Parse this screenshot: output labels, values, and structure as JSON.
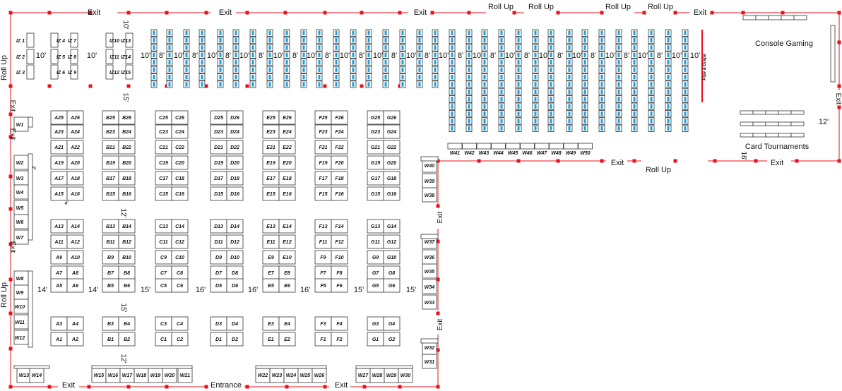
{
  "colors": {
    "wall": "#e8101a",
    "booth": "#333333",
    "pipe": "#e8101a",
    "blue": "#1aa0e0"
  },
  "exit": "Exit",
  "roll_up": "Roll Up",
  "entrance": "Entrance",
  "console_gaming": "Console Gaming",
  "card_tournaments": "Card Tournaments",
  "pipe_drape": "Pipe & Drape",
  "dims": {
    "d10": "10'",
    "d8": "8'",
    "d15": "15'",
    "d12": "12'",
    "d14": "14'",
    "d16": "16'",
    "d4": "4'",
    "d2": "2'"
  },
  "iz": [
    [
      "IZ 1",
      "IZ 4",
      "IZ 7",
      "IZ10",
      "IZ13"
    ],
    [
      "IZ 2",
      "IZ 5",
      "IZ 8",
      "IZ11",
      "IZ14"
    ],
    [
      "IZ 3",
      "IZ 6",
      "IZ 9",
      "IZ12",
      "IZ15"
    ]
  ],
  "aisle_rows": [
    "25/26",
    "23/24",
    "21/22",
    "19/20",
    "17/18",
    "15/16",
    "13/14",
    "11/12",
    "9/10",
    "7/8",
    "5/6",
    "3/4",
    "1/2"
  ],
  "aisle_letters": [
    "A",
    "B",
    "C",
    "D",
    "E",
    "F",
    "G"
  ],
  "w_left": [
    "W1",
    "W2",
    "W3",
    "W4",
    "W5",
    "W6",
    "W7",
    "W8",
    "W9",
    "W10",
    "W11",
    "W12"
  ],
  "w_bottom": [
    "W13",
    "W14",
    "W15",
    "W16",
    "W17",
    "W18",
    "W19",
    "W20",
    "W21",
    "W22",
    "W23",
    "W24",
    "W25",
    "W26",
    "W27",
    "W28",
    "W29",
    "W30"
  ],
  "w_right": [
    "W31",
    "W32",
    "W33",
    "W34",
    "W35",
    "W36",
    "W37",
    "W38",
    "W39",
    "W40"
  ],
  "w_mid": [
    "W41",
    "W42",
    "W43",
    "W44",
    "W45",
    "W46",
    "W47",
    "W48",
    "W49",
    "W50"
  ]
}
